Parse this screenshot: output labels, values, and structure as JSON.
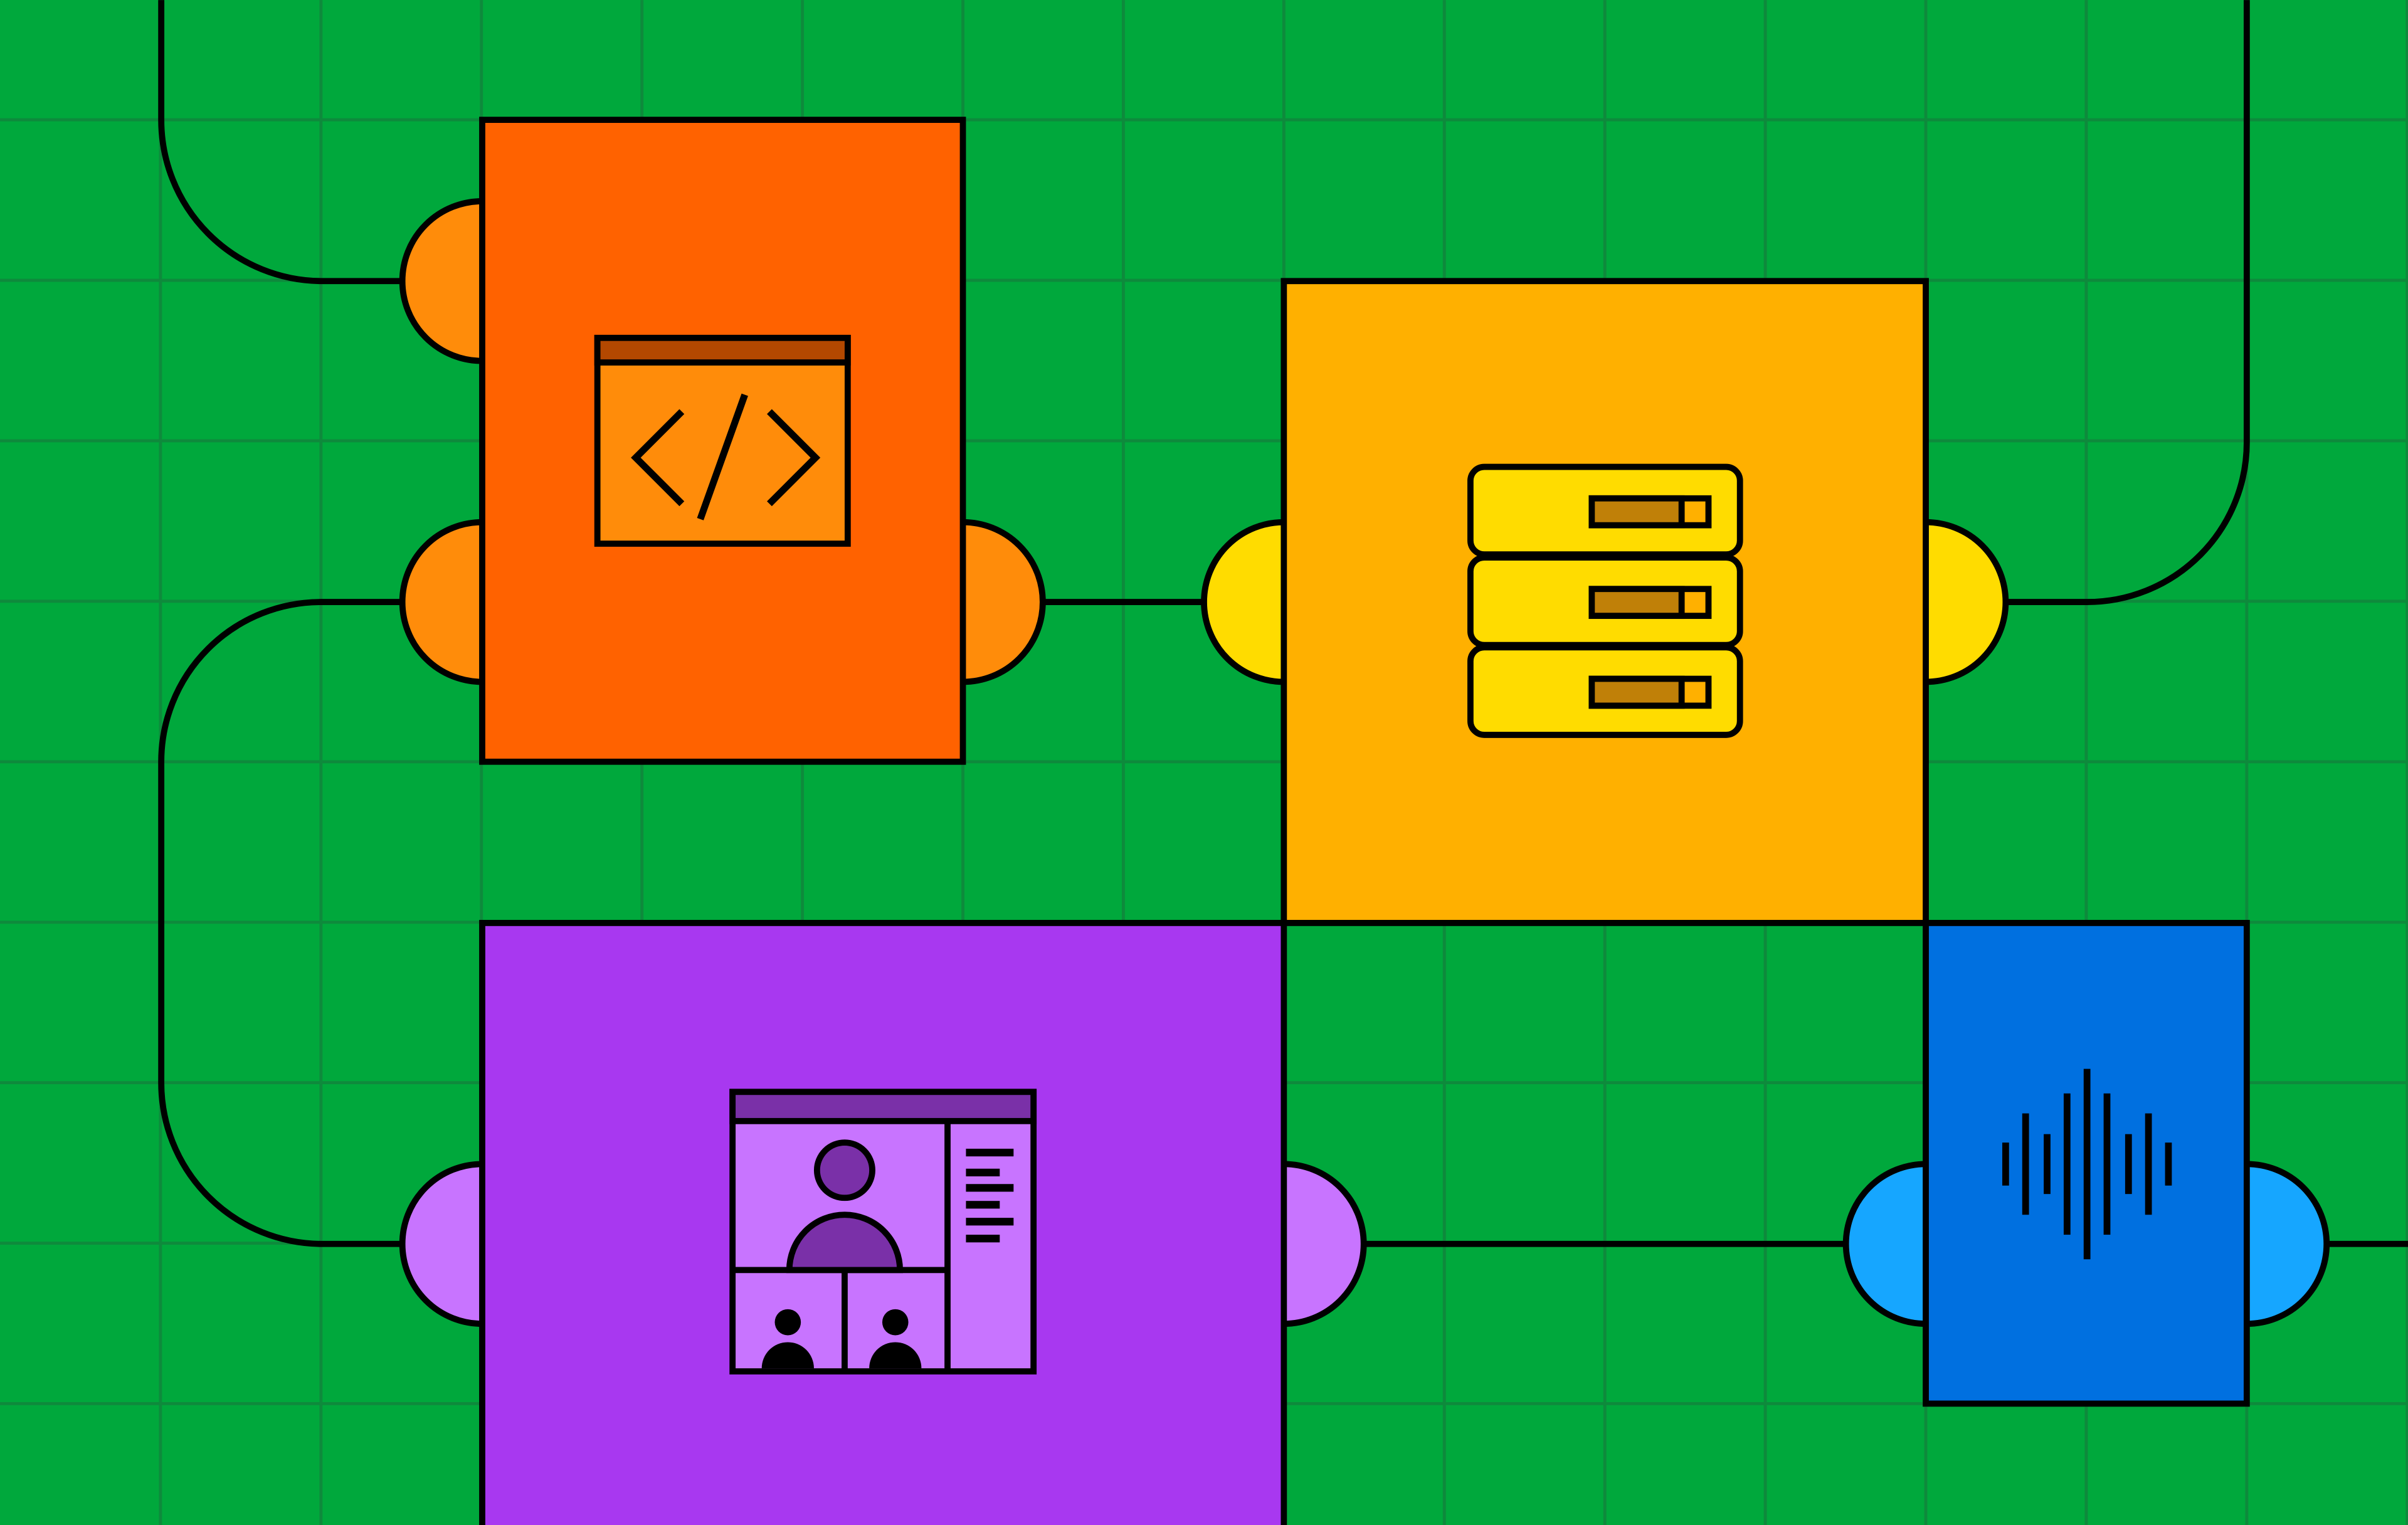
{
  "colors": {
    "background": "#00a83c",
    "grid": "#0e8a3c",
    "stroke": "#000000",
    "code_node": "#ff6200",
    "code_port": "#ff8c0a",
    "code_titlebar": "#b34800",
    "server_node": "#ffb000",
    "server_port": "#ffdc00",
    "server_slot": "#c08008",
    "video_node": "#a838f0",
    "video_port": "#c874ff",
    "video_dark": "#7a30a8",
    "audio_node": "#0070e0",
    "audio_port": "#16a6ff"
  },
  "nodes": [
    {
      "id": "code",
      "icon": "code-window-icon"
    },
    {
      "id": "server",
      "icon": "server-stack-icon"
    },
    {
      "id": "video",
      "icon": "video-conference-icon"
    },
    {
      "id": "audio",
      "icon": "sound-wave-icon"
    }
  ]
}
